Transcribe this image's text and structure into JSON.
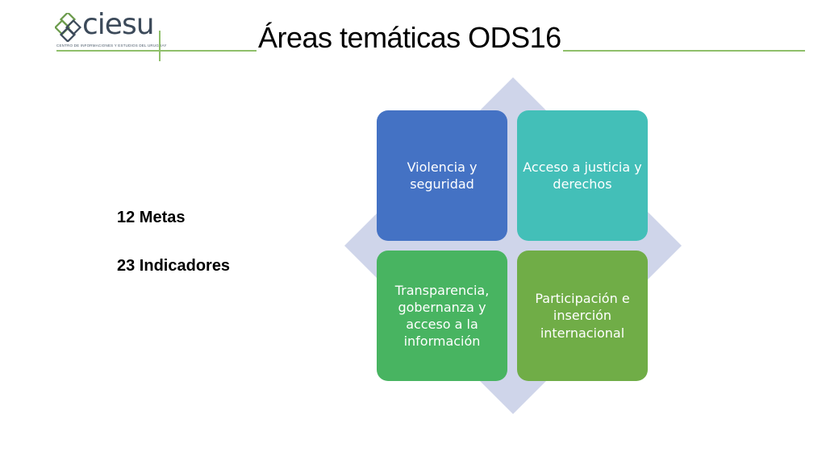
{
  "logo": {
    "name": "ciesu",
    "subtitle": "CENTRO DE INFORMACIONES Y ESTUDIOS DEL URUGUAY"
  },
  "title": "Áreas temáticas ODS16",
  "stats": {
    "metas": "12 Metas",
    "indicadores": "23 Indicadores"
  },
  "diagram": {
    "background_color": "#cfd5ea",
    "boxes": [
      {
        "label": "Violencia y seguridad",
        "color": "#4472c4"
      },
      {
        "label": "Acceso a justicia  y derechos",
        "color": "#43bfb8"
      },
      {
        "label": "Transparencia, gobernanza y acceso a la información",
        "color": "#48b461"
      },
      {
        "label": "Participación e inserción internacional",
        "color": "#70ad47"
      }
    ]
  },
  "colors": {
    "accent_line": "#8fbf6a",
    "logo_text": "#3c4a5a"
  }
}
